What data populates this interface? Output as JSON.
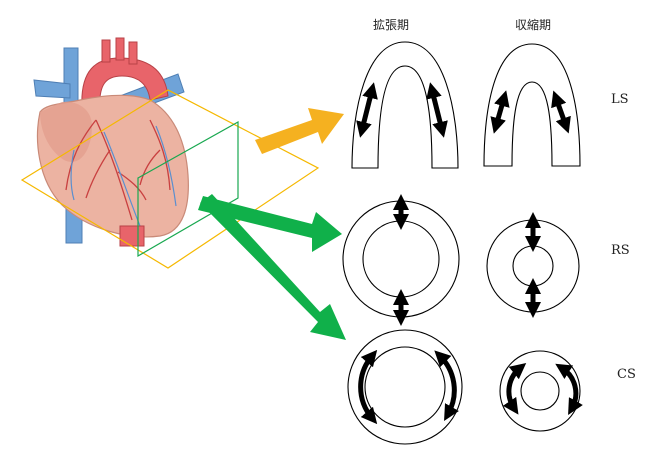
{
  "columns": {
    "diastole": "拡張期",
    "systole": "収縮期"
  },
  "rows": {
    "ls": "LS",
    "rs": "RS",
    "cs": "CS"
  },
  "colors": {
    "orange_arrow": "#f5b120",
    "green_arrow": "#10b04a",
    "plane_yellow": "#f5b800",
    "plane_green": "#19a850",
    "aorta": "#e8646a",
    "vena_cava": "#6fa3d8",
    "myocardium": "#ecb3a2",
    "coronary": "#c94040",
    "vein": "#5b8fcf",
    "outline": "#000000"
  }
}
